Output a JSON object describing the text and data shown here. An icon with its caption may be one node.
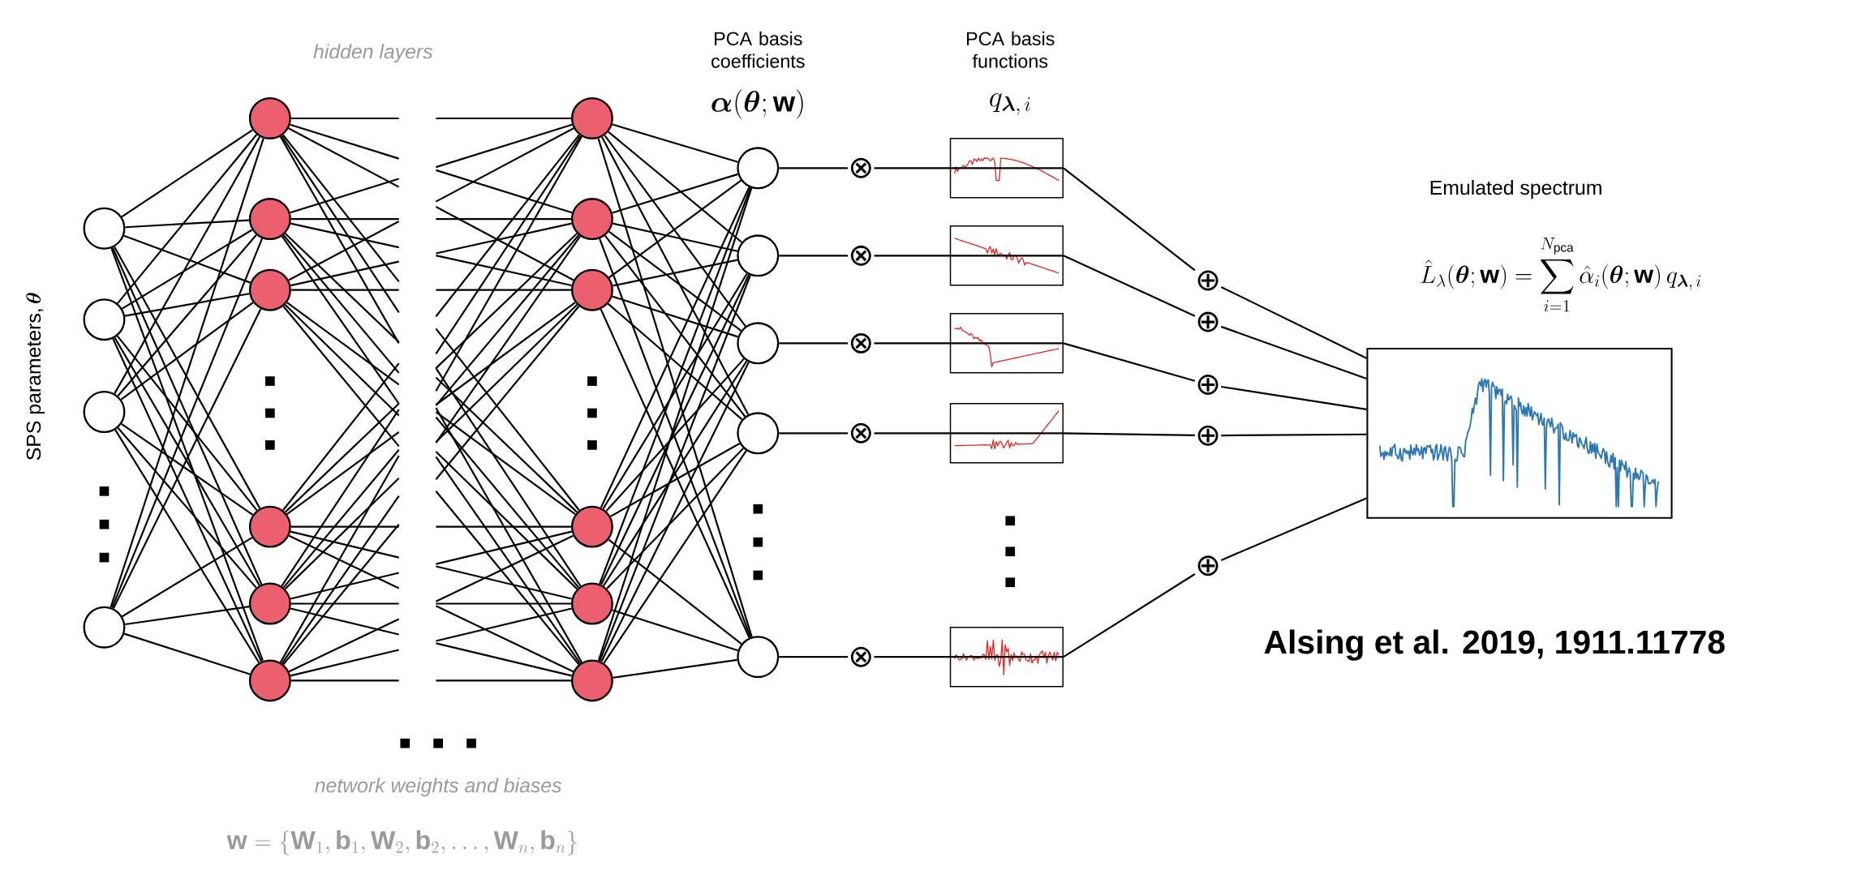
{
  "diagram": {
    "nodes": [
      {
        "text": [],
        "shape": "circle"
      },
      {
        "text": [],
        "shape": "circle"
      },
      {
        "text": [],
        "shape": "circle"
      },
      {
        "text": [],
        "shape": "circle"
      },
      {
        "text": [],
        "shape": "circle"
      },
      {
        "text": [],
        "shape": "circle"
      },
      {
        "text": [],
        "shape": "circle"
      },
      {
        "text": [],
        "shape": "circle"
      },
      {
        "text": [],
        "shape": "circle"
      },
      {
        "text": [],
        "shape": "circle"
      },
      {
        "text": [],
        "shape": "circle"
      },
      {
        "text": [],
        "shape": "circle"
      },
      {
        "text": [],
        "shape": "circle"
      },
      {
        "text": [],
        "shape": "circle"
      },
      {
        "text": [],
        "shape": "circle"
      },
      {
        "text": [],
        "shape": "circle"
      },
      {
        "text": [],
        "shape": "circle"
      },
      {
        "text": [],
        "shape": "circle"
      },
      {
        "text": [],
        "shape": "circle"
      },
      {
        "text": [],
        "shape": "circle"
      },
      {
        "text": [],
        "shape": "circle"
      },
      {
        "text": [
          "⊗"
        ]
      },
      {
        "text": [
          "⊗"
        ]
      },
      {
        "text": [
          "⊗"
        ]
      },
      {
        "text": [
          "⊗"
        ]
      },
      {
        "text": [
          "⊗"
        ]
      },
      {
        "text": [],
        "shape": "picture"
      },
      {
        "text": [],
        "shape": "picture"
      },
      {
        "text": [],
        "shape": "picture"
      },
      {
        "text": [],
        "shape": "picture"
      },
      {
        "text": [],
        "shape": "picture"
      },
      {
        "text": [
          "⊕"
        ]
      },
      {
        "text": [
          "⊕"
        ]
      },
      {
        "text": [
          "⊕"
        ]
      },
      {
        "text": [
          "⊕"
        ]
      },
      {
        "text": [
          "⊕"
        ]
      },
      {
        "text": [],
        "shape": "picture"
      }
    ],
    "edges": [
      {
        "from": 0,
        "to": 4,
        "arrow": "none"
      },
      {
        "from": 0,
        "to": 5,
        "arrow": "none"
      },
      {
        "from": 0,
        "to": 6,
        "arrow": "none"
      },
      {
        "from": 0,
        "to": 7,
        "arrow": "none"
      },
      {
        "from": 0,
        "to": 8,
        "arrow": "none"
      },
      {
        "from": 0,
        "to": 9,
        "arrow": "none"
      },
      {
        "from": 1,
        "to": 4,
        "arrow": "none"
      },
      {
        "from": 1,
        "to": 5,
        "arrow": "none"
      },
      {
        "from": 1,
        "to": 6,
        "arrow": "none"
      },
      {
        "from": 1,
        "to": 7,
        "arrow": "none"
      },
      {
        "from": 1,
        "to": 8,
        "arrow": "none"
      },
      {
        "from": 1,
        "to": 9,
        "arrow": "none"
      },
      {
        "from": 2,
        "to": 4,
        "arrow": "none"
      },
      {
        "from": 2,
        "to": 5,
        "arrow": "none"
      },
      {
        "from": 2,
        "to": 6,
        "arrow": "none"
      },
      {
        "from": 2,
        "to": 7,
        "arrow": "none"
      },
      {
        "from": 2,
        "to": 8,
        "arrow": "none"
      },
      {
        "from": 2,
        "to": 9,
        "arrow": "none"
      },
      {
        "from": 3,
        "to": 4,
        "arrow": "none"
      },
      {
        "from": 3,
        "to": 5,
        "arrow": "none"
      },
      {
        "from": 3,
        "to": 6,
        "arrow": "none"
      },
      {
        "from": 3,
        "to": 7,
        "arrow": "none"
      },
      {
        "from": 3,
        "to": 8,
        "arrow": "none"
      },
      {
        "from": 3,
        "to": 9,
        "arrow": "none"
      },
      {
        "from": 4,
        "to": null,
        "arrow": "none"
      },
      {
        "from": 4,
        "to": null,
        "arrow": "none"
      },
      {
        "from": 4,
        "to": null,
        "arrow": "none"
      },
      {
        "from": 4,
        "to": null,
        "arrow": "none"
      },
      {
        "from": 4,
        "to": null,
        "arrow": "none"
      },
      {
        "from": 4,
        "to": null,
        "arrow": "none"
      },
      {
        "from": 5,
        "to": null,
        "arrow": "none"
      },
      {
        "from": 5,
        "to": null,
        "arrow": "none"
      },
      {
        "from": 5,
        "to": null,
        "arrow": "none"
      },
      {
        "from": 5,
        "to": null,
        "arrow": "none"
      },
      {
        "from": 5,
        "to": null,
        "arrow": "none"
      },
      {
        "from": 5,
        "to": null,
        "arrow": "none"
      },
      {
        "from": 6,
        "to": null,
        "arrow": "none"
      },
      {
        "from": 6,
        "to": null,
        "arrow": "none"
      },
      {
        "from": 6,
        "to": null,
        "arrow": "none"
      },
      {
        "from": 6,
        "to": null,
        "arrow": "none"
      },
      {
        "from": 6,
        "to": null,
        "arrow": "none"
      },
      {
        "from": 6,
        "to": null,
        "arrow": "none"
      },
      {
        "from": 7,
        "to": null,
        "arrow": "none"
      },
      {
        "from": 7,
        "to": null,
        "arrow": "none"
      },
      {
        "from": 7,
        "to": null,
        "arrow": "none"
      },
      {
        "from": 7,
        "to": null,
        "arrow": "none"
      },
      {
        "from": 7,
        "to": null,
        "arrow": "none"
      },
      {
        "from": 7,
        "to": null,
        "arrow": "none"
      },
      {
        "from": 8,
        "to": null,
        "arrow": "none"
      },
      {
        "from": 8,
        "to": null,
        "arrow": "none"
      },
      {
        "from": 8,
        "to": null,
        "arrow": "none"
      },
      {
        "from": 8,
        "to": null,
        "arrow": "none"
      },
      {
        "from": 8,
        "to": null,
        "arrow": "none"
      },
      {
        "from": 8,
        "to": null,
        "arrow": "none"
      },
      {
        "from": 9,
        "to": null,
        "arrow": "none"
      },
      {
        "from": 9,
        "to": null,
        "arrow": "none"
      },
      {
        "from": 9,
        "to": null,
        "arrow": "none"
      },
      {
        "from": 9,
        "to": null,
        "arrow": "none"
      },
      {
        "from": 9,
        "to": null,
        "arrow": "none"
      },
      {
        "from": 9,
        "to": null,
        "arrow": "none"
      },
      {
        "from": null,
        "to": 10,
        "arrow": "none"
      },
      {
        "from": null,
        "to": 10,
        "arrow": "none"
      },
      {
        "from": null,
        "to": 10,
        "arrow": "none"
      },
      {
        "from": null,
        "to": 10,
        "arrow": "none"
      },
      {
        "from": null,
        "to": 10,
        "arrow": "none"
      },
      {
        "from": null,
        "to": 10,
        "arrow": "none"
      },
      {
        "from": null,
        "to": 11,
        "arrow": "none"
      },
      {
        "from": null,
        "to": 11,
        "arrow": "none"
      },
      {
        "from": null,
        "to": 11,
        "arrow": "none"
      },
      {
        "from": null,
        "to": 11,
        "arrow": "none"
      },
      {
        "from": null,
        "to": 11,
        "arrow": "none"
      },
      {
        "from": null,
        "to": 11,
        "arrow": "none"
      },
      {
        "from": null,
        "to": 12,
        "arrow": "none"
      },
      {
        "from": null,
        "to": 12,
        "arrow": "none"
      },
      {
        "from": null,
        "to": 12,
        "arrow": "none"
      },
      {
        "from": null,
        "to": 12,
        "arrow": "none"
      },
      {
        "from": null,
        "to": 12,
        "arrow": "none"
      },
      {
        "from": null,
        "to": 12,
        "arrow": "none"
      },
      {
        "from": null,
        "to": 13,
        "arrow": "none"
      },
      {
        "from": null,
        "to": 13,
        "arrow": "none"
      },
      {
        "from": null,
        "to": 13,
        "arrow": "none"
      },
      {
        "from": null,
        "to": 13,
        "arrow": "none"
      },
      {
        "from": null,
        "to": 13,
        "arrow": "none"
      },
      {
        "from": null,
        "to": 13,
        "arrow": "none"
      },
      {
        "from": null,
        "to": 14,
        "arrow": "none"
      },
      {
        "from": null,
        "to": 14,
        "arrow": "none"
      },
      {
        "from": null,
        "to": 14,
        "arrow": "none"
      },
      {
        "from": null,
        "to": 14,
        "arrow": "none"
      },
      {
        "from": null,
        "to": 14,
        "arrow": "none"
      },
      {
        "from": null,
        "to": 14,
        "arrow": "none"
      },
      {
        "from": null,
        "to": 15,
        "arrow": "none"
      },
      {
        "from": null,
        "to": 15,
        "arrow": "none"
      },
      {
        "from": null,
        "to": 15,
        "arrow": "none"
      },
      {
        "from": null,
        "to": 15,
        "arrow": "none"
      },
      {
        "from": null,
        "to": 15,
        "arrow": "none"
      },
      {
        "from": null,
        "to": 15,
        "arrow": "none"
      },
      {
        "from": 10,
        "to": 16,
        "arrow": "none"
      },
      {
        "from": 10,
        "to": 17,
        "arrow": "none"
      },
      {
        "from": 10,
        "to": 18,
        "arrow": "none"
      },
      {
        "from": 10,
        "to": 19,
        "arrow": "none"
      },
      {
        "from": 10,
        "to": 20,
        "arrow": "none"
      },
      {
        "from": 11,
        "to": 16,
        "arrow": "none"
      },
      {
        "from": 11,
        "to": 17,
        "arrow": "none"
      },
      {
        "from": 11,
        "to": 18,
        "arrow": "none"
      },
      {
        "from": 11,
        "to": 19,
        "arrow": "none"
      },
      {
        "from": 11,
        "to": 20,
        "arrow": "none"
      },
      {
        "from": 12,
        "to": 16,
        "arrow": "none"
      },
      {
        "from": 12,
        "to": 17,
        "arrow": "none"
      },
      {
        "from": 12,
        "to": 18,
        "arrow": "none"
      },
      {
        "from": 12,
        "to": 19,
        "arrow": "none"
      },
      {
        "from": 12,
        "to": 20,
        "arrow": "none"
      },
      {
        "from": 13,
        "to": 16,
        "arrow": "none"
      },
      {
        "from": 13,
        "to": 17,
        "arrow": "none"
      },
      {
        "from": 13,
        "to": 18,
        "arrow": "none"
      },
      {
        "from": 13,
        "to": 19,
        "arrow": "none"
      },
      {
        "from": 13,
        "to": 20,
        "arrow": "none"
      },
      {
        "from": 14,
        "to": 16,
        "arrow": "none"
      },
      {
        "from": 14,
        "to": 17,
        "arrow": "none"
      },
      {
        "from": 14,
        "to": 18,
        "arrow": "none"
      },
      {
        "from": 14,
        "to": 19,
        "arrow": "none"
      },
      {
        "from": 14,
        "to": 20,
        "arrow": "none"
      },
      {
        "from": 15,
        "to": 16,
        "arrow": "none"
      },
      {
        "from": 15,
        "to": 17,
        "arrow": "none"
      },
      {
        "from": 15,
        "to": 18,
        "arrow": "none"
      },
      {
        "from": 15,
        "to": 19,
        "arrow": "none"
      },
      {
        "from": 15,
        "to": 20,
        "arrow": "none"
      },
      {
        "from": 16,
        "to": 21,
        "arrow": "none"
      },
      {
        "from": 21,
        "to": 26,
        "arrow": "none"
      },
      {
        "from": 26,
        "to": 31,
        "arrow": "none"
      },
      {
        "from": 31,
        "to": 36,
        "arrow": "none"
      },
      {
        "from": 17,
        "to": 22,
        "arrow": "none"
      },
      {
        "from": 22,
        "to": 27,
        "arrow": "none"
      },
      {
        "from": 27,
        "to": 32,
        "arrow": "none"
      },
      {
        "from": 32,
        "to": 36,
        "arrow": "none"
      },
      {
        "from": 18,
        "to": 23,
        "arrow": "none"
      },
      {
        "from": 23,
        "to": 28,
        "arrow": "none"
      },
      {
        "from": 28,
        "to": 33,
        "arrow": "none"
      },
      {
        "from": 33,
        "to": 36,
        "arrow": "none"
      },
      {
        "from": 19,
        "to": 24,
        "arrow": "none"
      },
      {
        "from": 24,
        "to": 29,
        "arrow": "none"
      },
      {
        "from": 29,
        "to": 34,
        "arrow": "none"
      },
      {
        "from": 34,
        "to": 36,
        "arrow": "none"
      },
      {
        "from": 20,
        "to": 25,
        "arrow": "none"
      },
      {
        "from": 25,
        "to": 30,
        "arrow": "none"
      },
      {
        "from": 30,
        "to": 35,
        "arrow": "none"
      },
      {
        "from": 35,
        "to": 36,
        "arrow": "none"
      }
    ],
    "labels": [
      "hidden layers",
      "PCA basis coefficients",
      "\\boldsymbol{\\alpha}(\\boldsymbol{\\theta};\\mathbf{w})",
      "PCA basis functions",
      "q_{\\boldsymbol{\\lambda},\\,i}",
      "Emulated spectrum",
      "\\hat{L}_{\\lambda}(\\boldsymbol{\\theta};\\mathbf{w}) = \\sum_{i=1}^{N_{\\mathrm{pca}}} \\hat{\\alpha}_i(\\boldsymbol{\\theta};\\mathbf{w})\\, q_{\\boldsymbol{\\lambda},\\,i}",
      "SPS parameters,",
      "\\boldsymbol{\\theta}",
      "Alsing et al. 2019, 1911.11778",
      "network weights and biases",
      "\\mathbf{w} = \\{\\mathbf{W}_1, \\mathbf{b}_1, \\mathbf{W}_2, \\mathbf{b}_2, \\ldots, \\mathbf{W}_n, \\mathbf{b}_n\\}"
    ]
  }
}
